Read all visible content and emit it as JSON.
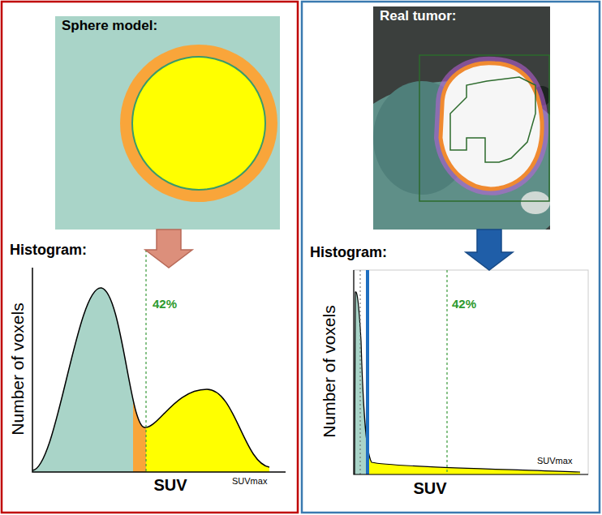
{
  "diagram": {
    "nodes": [
      {
        "text": [
          "Sphere model:"
        ]
      },
      {
        "text": [
          "Histogram:"
        ]
      },
      {
        "text": [
          "Real tumor:"
        ]
      },
      {
        "text": [
          "Histogram:"
        ]
      }
    ],
    "edges": [
      {
        "from": 0,
        "to": 1,
        "arrow": "to"
      },
      {
        "from": 2,
        "to": 3,
        "arrow": "to"
      }
    ],
    "labels": [
      "42%",
      "Number of voxels",
      "SUV",
      "SUVmax",
      "42%",
      "Number of voxels",
      "SUV",
      "SUVmax"
    ]
  }
}
